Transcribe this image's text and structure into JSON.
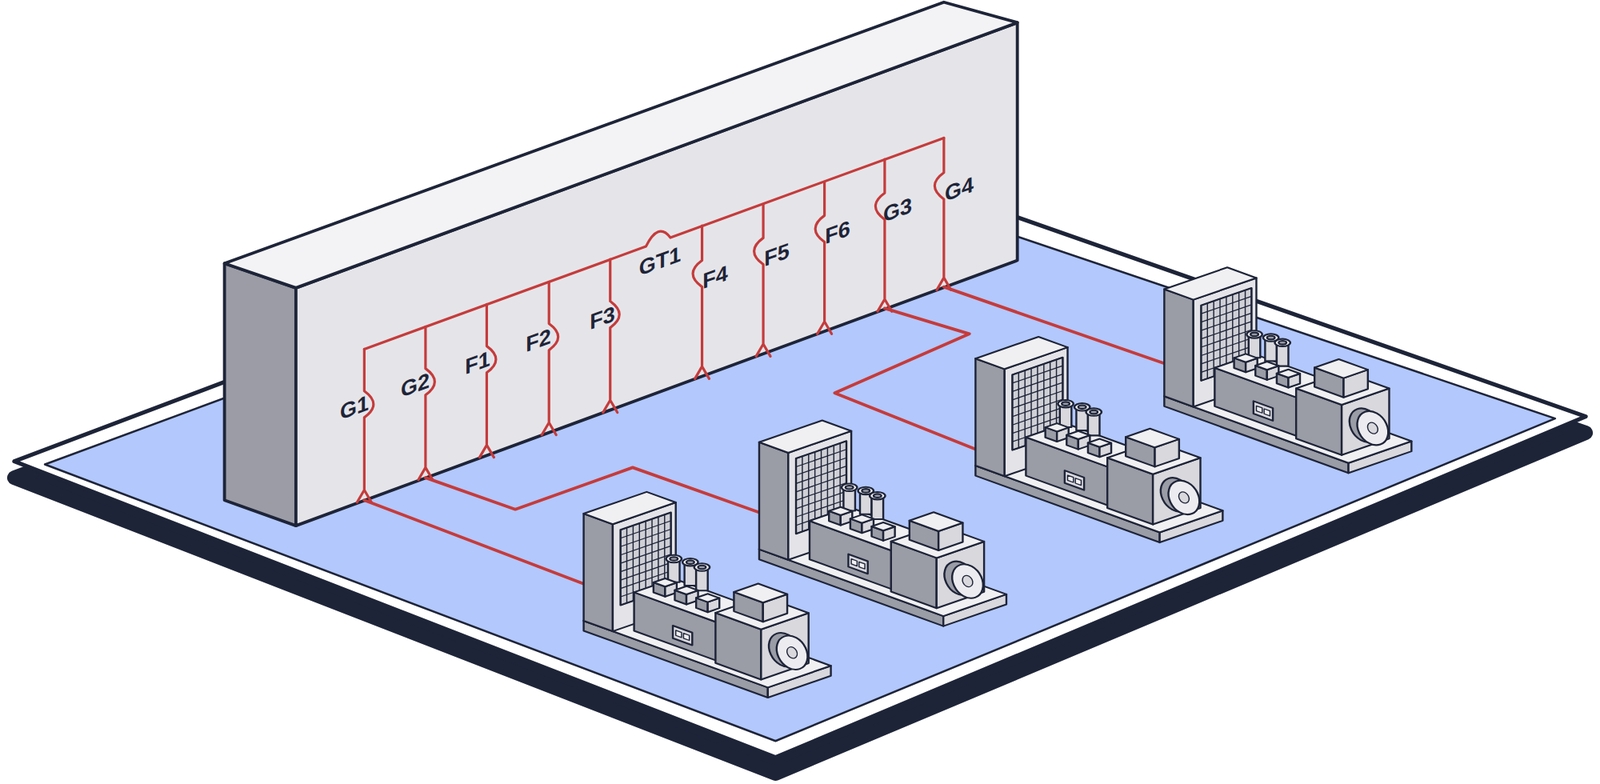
{
  "diagram": {
    "labels": [
      "G1",
      "G2",
      "F1",
      "F2",
      "F3",
      "GT1",
      "F4",
      "F5",
      "F6",
      "G3",
      "G4"
    ]
  }
}
